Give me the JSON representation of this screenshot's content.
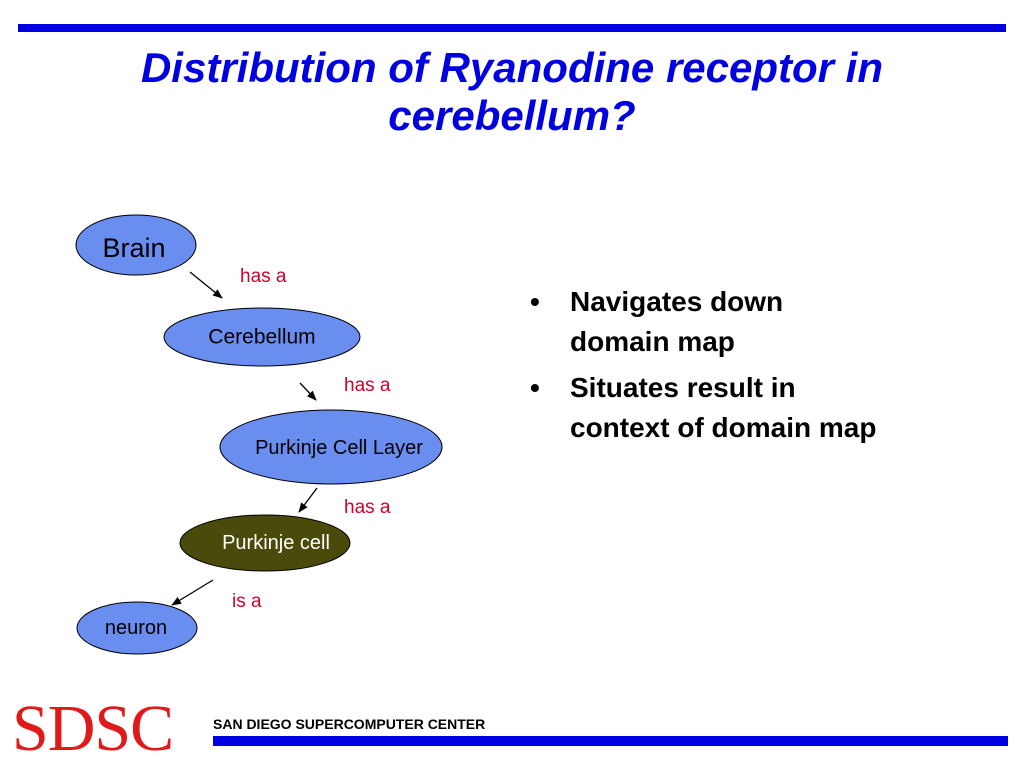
{
  "slide": {
    "title_line1": "Distribution of Ryanodine receptor in",
    "title_line2": "cerebellum?"
  },
  "diagram": {
    "nodes": {
      "brain": "Brain",
      "cerebellum": "Cerebellum",
      "purkinje_layer": "Purkinje Cell Layer",
      "purkinje_cell": "Purkinje cell",
      "neuron": "neuron"
    },
    "edges": {
      "brain_cerebellum": "has a",
      "cerebellum_layer": "has a",
      "layer_cell": "has a",
      "cell_neuron": "is a"
    },
    "colors": {
      "node_fill": "#6a8ef0",
      "highlight_fill": "#4a4a0a",
      "edge_label": "#d4002a"
    }
  },
  "bullets": {
    "item1": "Navigates down domain map",
    "item2": "Situates result in context of domain map",
    "marker": "•"
  },
  "footer": {
    "logo": "SDSC",
    "caption": "SAN DIEGO SUPERCOMPUTER CENTER"
  },
  "theme": {
    "accent": "#0000e0",
    "logo_red": "#e01a1a"
  }
}
